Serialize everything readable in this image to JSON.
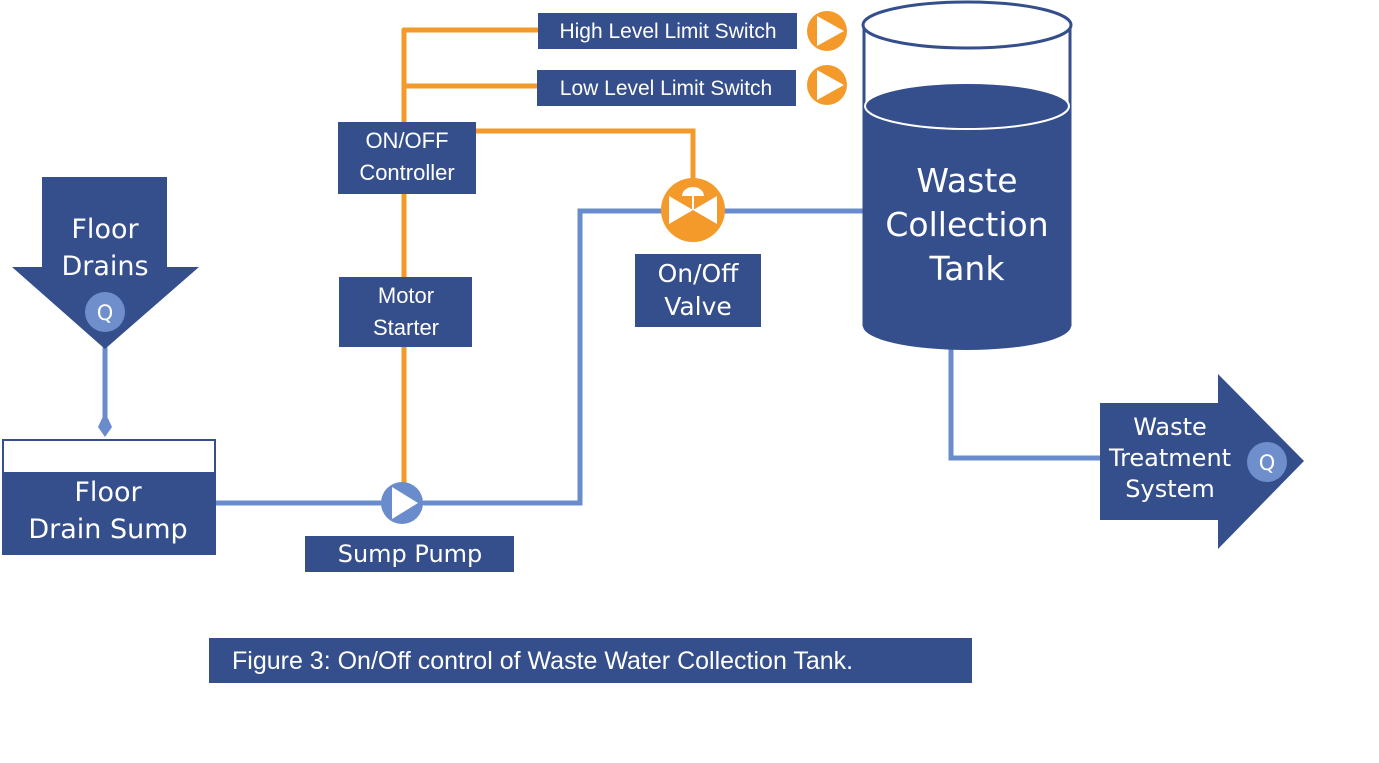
{
  "figure": {
    "caption": "Figure 3: On/Off control of Waste Water Collection Tank.",
    "colors": {
      "primary_blue": "#354f8c",
      "pipe_blue": "#6a8ccc",
      "signal_orange": "#f39a2b",
      "symbol_light": "#6f8fcc",
      "background": "#ffffff"
    }
  },
  "nodes": {
    "floor_drains": {
      "line1": "Floor",
      "line2": "Drains",
      "flow_symbol": "Q"
    },
    "floor_drain_sump": {
      "line1": "Floor",
      "line2": "Drain Sump"
    },
    "sump_pump": {
      "label": "Sump Pump"
    },
    "motor_starter": {
      "line1": "Motor",
      "line2": "Starter"
    },
    "controller": {
      "line1": "ON/OFF",
      "line2": "Controller"
    },
    "high_switch": {
      "label": "High Level Limit Switch"
    },
    "low_switch": {
      "label": "Low Level Limit Switch"
    },
    "valve": {
      "line1": "On/Off",
      "line2": "Valve"
    },
    "tank": {
      "line1": "Waste",
      "line2": "Collection",
      "line3": "Tank"
    },
    "treatment": {
      "line1": "Waste",
      "line2": "Treatment",
      "line3": "System",
      "flow_symbol": "Q"
    }
  },
  "connections": [
    {
      "from": "Floor Drains",
      "to": "Floor Drain Sump",
      "type": "process"
    },
    {
      "from": "Floor Drain Sump",
      "to": "Sump Pump",
      "type": "process"
    },
    {
      "from": "Sump Pump",
      "to": "On/Off Valve",
      "type": "process"
    },
    {
      "from": "On/Off Valve",
      "to": "Waste Collection Tank",
      "type": "process"
    },
    {
      "from": "Waste Collection Tank",
      "to": "Waste Treatment System",
      "type": "process"
    },
    {
      "from": "High Level Limit Switch",
      "to": "ON/OFF Controller",
      "type": "signal"
    },
    {
      "from": "Low Level Limit Switch",
      "to": "ON/OFF Controller",
      "type": "signal"
    },
    {
      "from": "ON/OFF Controller",
      "to": "On/Off Valve",
      "type": "signal"
    },
    {
      "from": "ON/OFF Controller",
      "to": "Motor Starter",
      "type": "signal"
    },
    {
      "from": "Motor Starter",
      "to": "Sump Pump",
      "type": "signal"
    }
  ]
}
